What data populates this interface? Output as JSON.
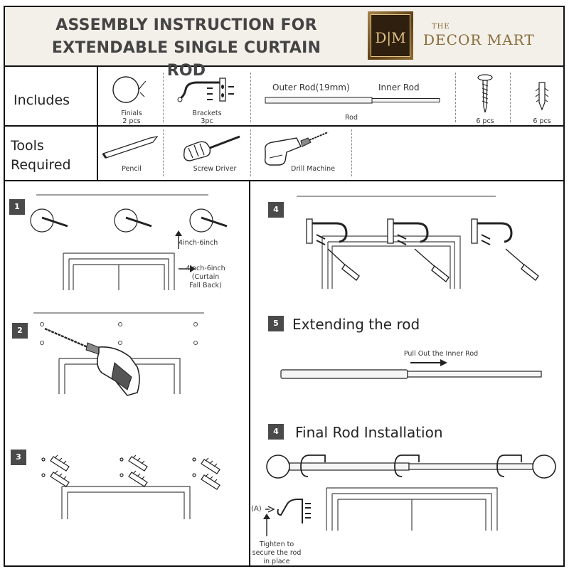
{
  "header": {
    "title_line1": "ASSEMBLY INSTRUCTION FOR",
    "title_line2": "EXTENDABLE SINGLE CURTAIN ROD",
    "logo_monogram": "D|M",
    "brand_prefix": "THE",
    "brand_name": "DECOR MART"
  },
  "includes": {
    "label": "Includes",
    "finials_name": "Finials",
    "finials_qty": "2 pcs",
    "brackets_name": "Brackets",
    "brackets_qty": "3pc",
    "outer_rod": "Outer Rod(19mm)",
    "inner_rod": "Inner Rod",
    "rod_name": "Rod",
    "screws_qty": "6 pcs",
    "anchors_qty": "6 pcs"
  },
  "tools": {
    "label_line1": "Tools",
    "label_line2": "Required",
    "pencil": "Pencil",
    "screwdriver": "Screw Driver",
    "drill": "Drill Machine"
  },
  "steps": {
    "s1_num": "1",
    "s1_height": "4inch-6inch",
    "s1_fallback_line1": "4inch-6inch",
    "s1_fallback_line2": "(Curtain",
    "s1_fallback_line3": "Fall Back)",
    "s2_num": "2",
    "s3_num": "3",
    "s4_num": "4",
    "s5_num": "5",
    "s5_title": "Extending the rod",
    "s5_pull": "Pull Out the Inner Rod",
    "s6_num": "4",
    "s6_title": "Final Rod Installation",
    "s6_a_label": "(A)",
    "s6_tighten_line1": "Tighten to",
    "s6_tighten_line2": "secure the rod",
    "s6_tighten_line3": "in place"
  },
  "colors": {
    "header_bg": "#f3efe9",
    "brand_gold": "#8a6e3a",
    "step_badge": "#4a4a4a"
  }
}
